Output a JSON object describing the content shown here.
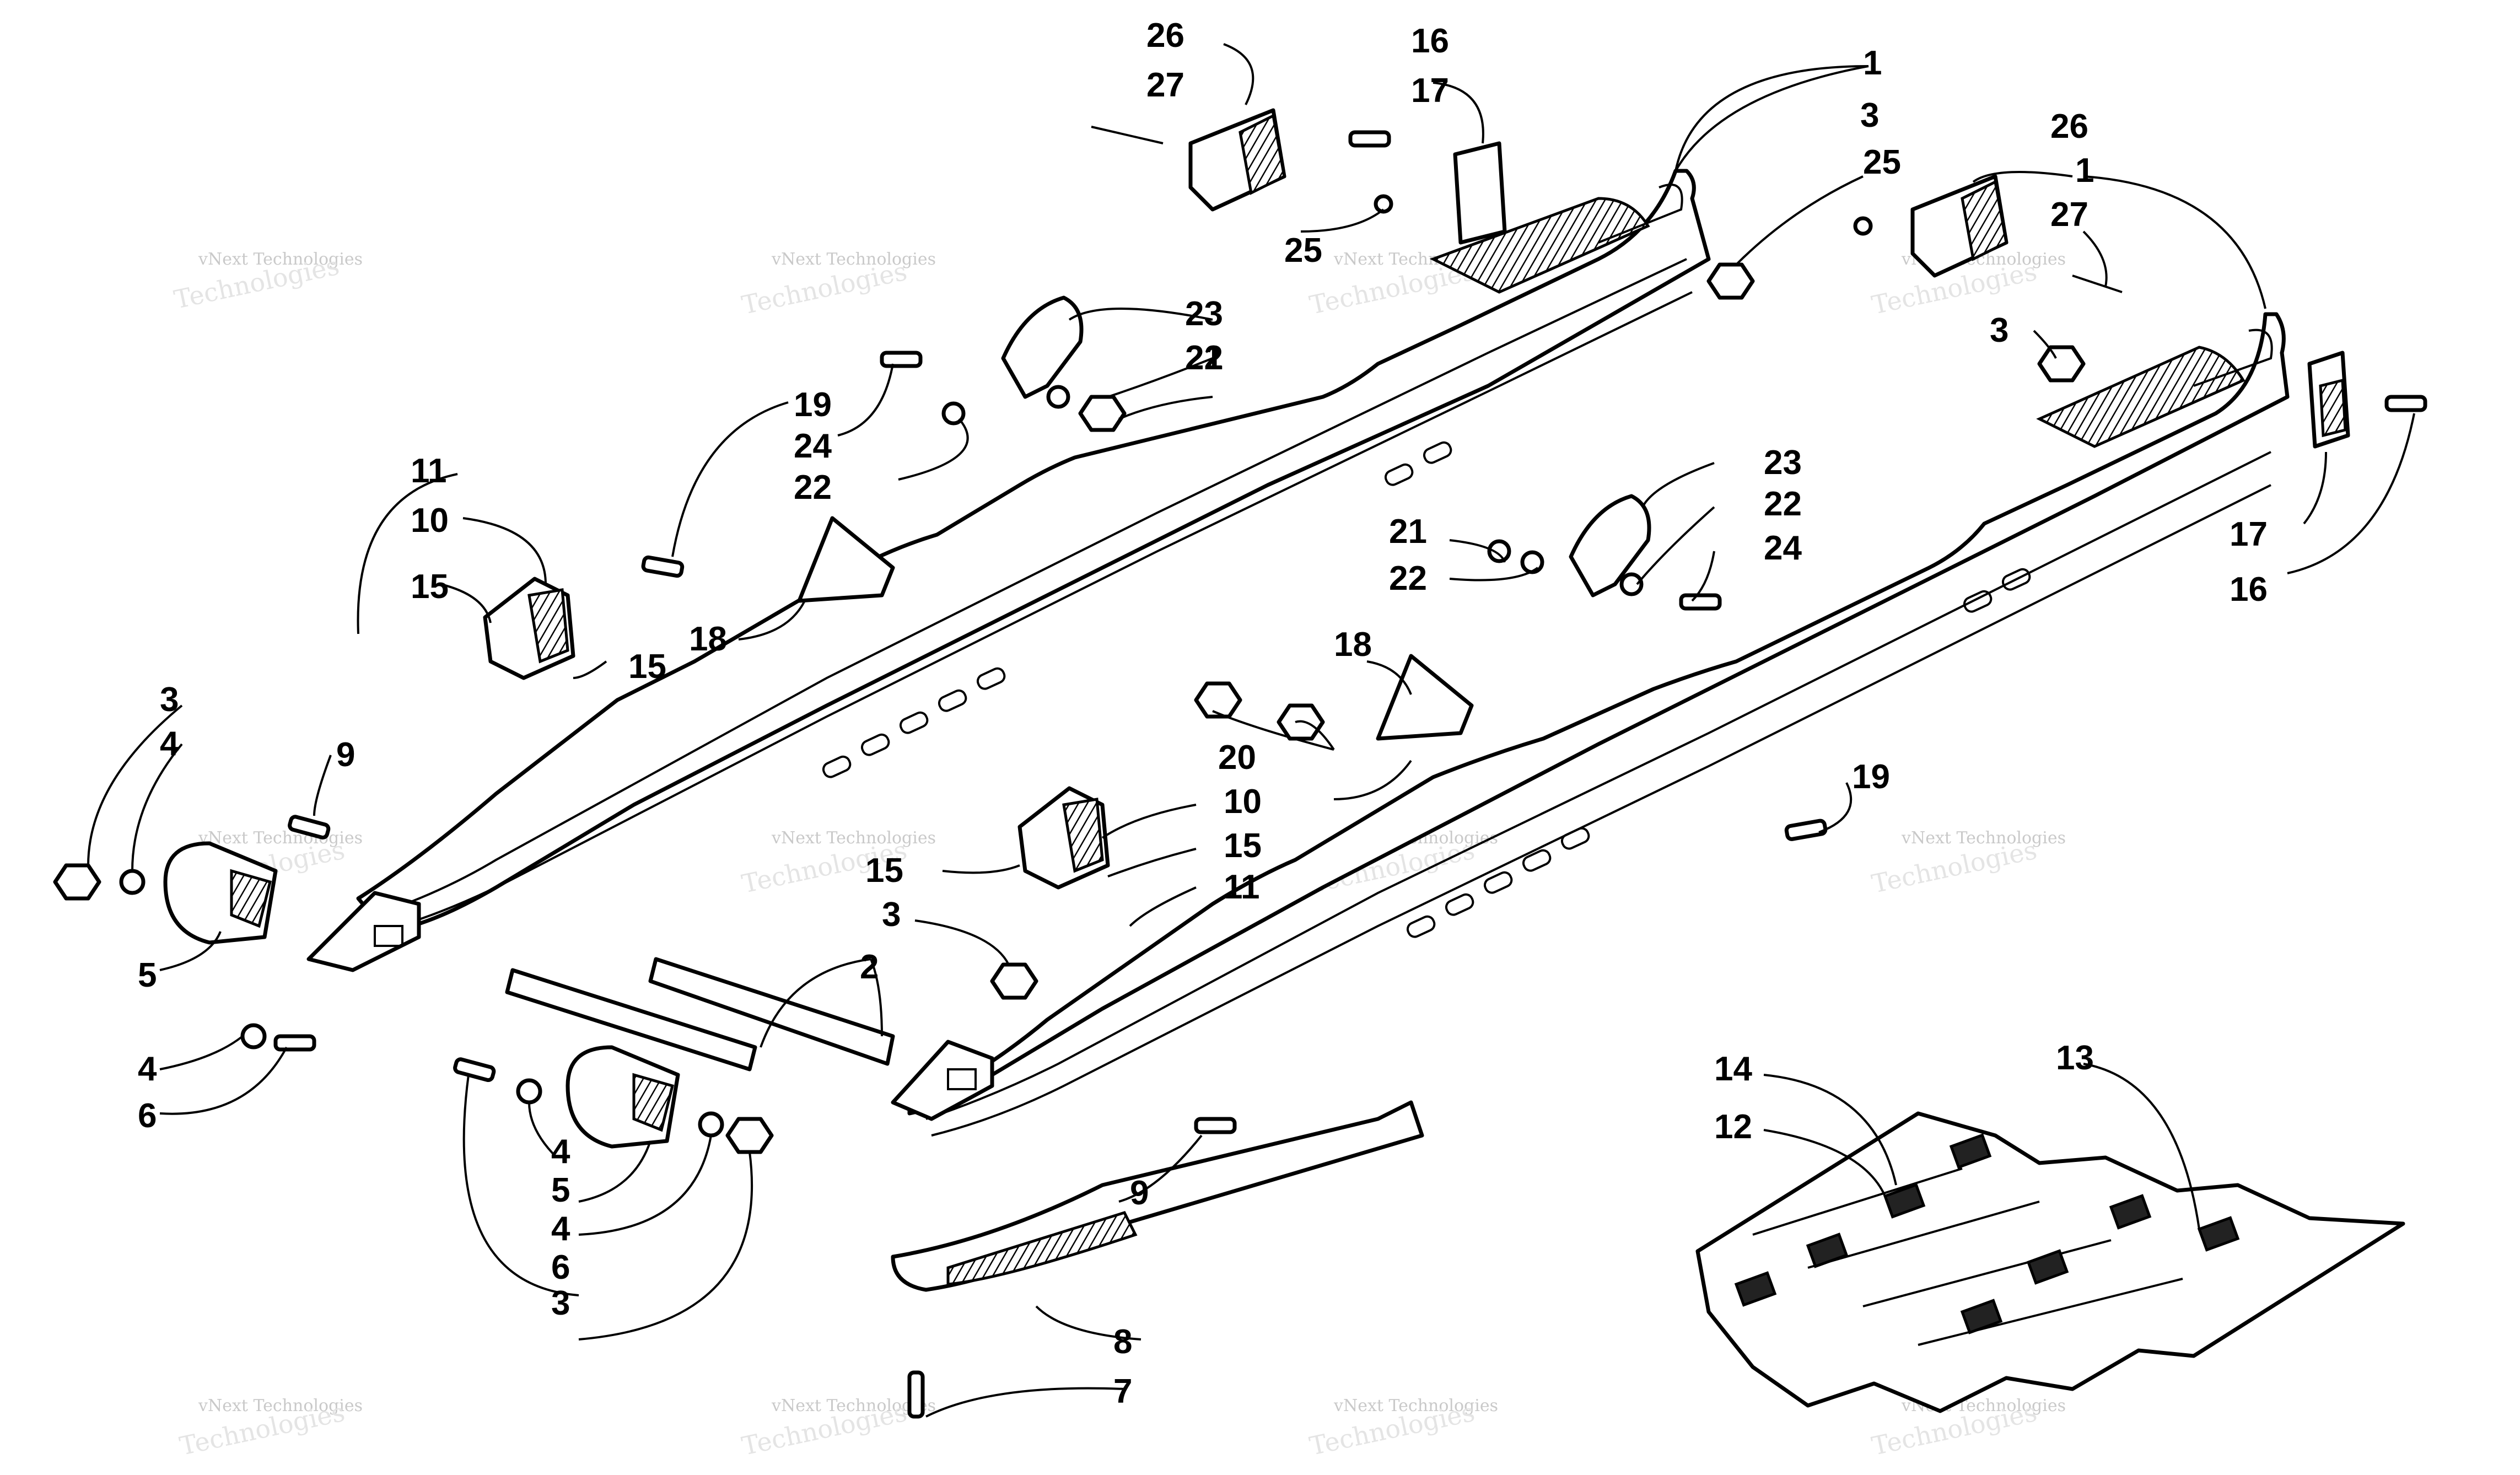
{
  "watermark": {
    "line1": "vNext Technologies",
    "line2": "Technologies"
  },
  "callouts": {
    "c1_a": "1",
    "c1_b": "1",
    "c2": "2",
    "c3_a": "3",
    "c3_b": "3",
    "c3_c": "3",
    "c3_d": "3",
    "c3_e": "3",
    "c4_a": "4",
    "c4_b": "4",
    "c4_c": "4",
    "c4_d": "4",
    "c5_a": "5",
    "c5_b": "5",
    "c6_a": "6",
    "c6_b": "6",
    "c7": "7",
    "c8": "8",
    "c9_a": "9",
    "c9_b": "9",
    "c10_a": "10",
    "c10_b": "10",
    "c11_a": "11",
    "c11_b": "11",
    "c12": "12",
    "c13": "13",
    "c14": "14",
    "c15_a": "15",
    "c15_b": "15",
    "c15_c": "15",
    "c15_d": "15",
    "c16_a": "16",
    "c16_b": "16",
    "c17_a": "17",
    "c17_b": "17",
    "c18_a": "18",
    "c18_b": "18",
    "c19_a": "19",
    "c19_b": "19",
    "c20": "20",
    "c21_a": "21",
    "c21_b": "21",
    "c22_a": "22",
    "c22_b": "22",
    "c22_c": "22",
    "c22_d": "22",
    "c23_a": "23",
    "c23_b": "23",
    "c24_a": "24",
    "c24_b": "24",
    "c25_a": "25",
    "c25_b": "25",
    "c26_a": "26",
    "c26_b": "26",
    "c27_a": "27",
    "c27_b": "27"
  }
}
